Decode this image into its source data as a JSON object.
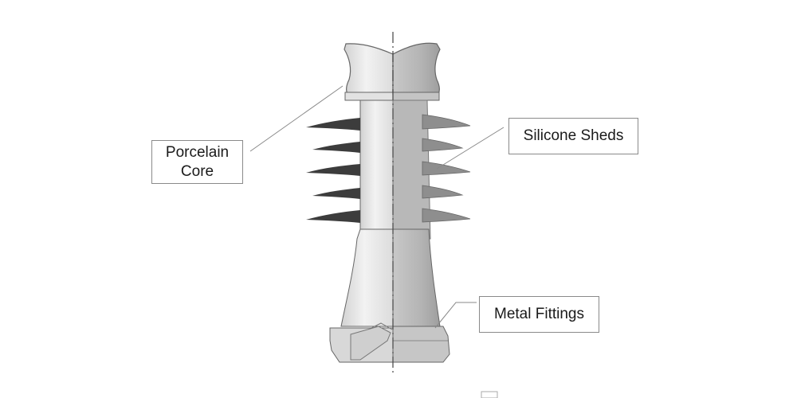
{
  "diagram": {
    "labels": {
      "porcelain_core": [
        "Porcelain",
        "Core"
      ],
      "silicone_sheds": "Silicone Sheds",
      "metal_fittings": "Metal Fittings"
    },
    "colors": {
      "left_half": "#e6e6e6",
      "right_half": "#bfbfbf",
      "shed_dark": "#3c3c3c",
      "shed_light": "#9a9a9a",
      "outline": "#666666",
      "leader_line": "#888888"
    }
  }
}
